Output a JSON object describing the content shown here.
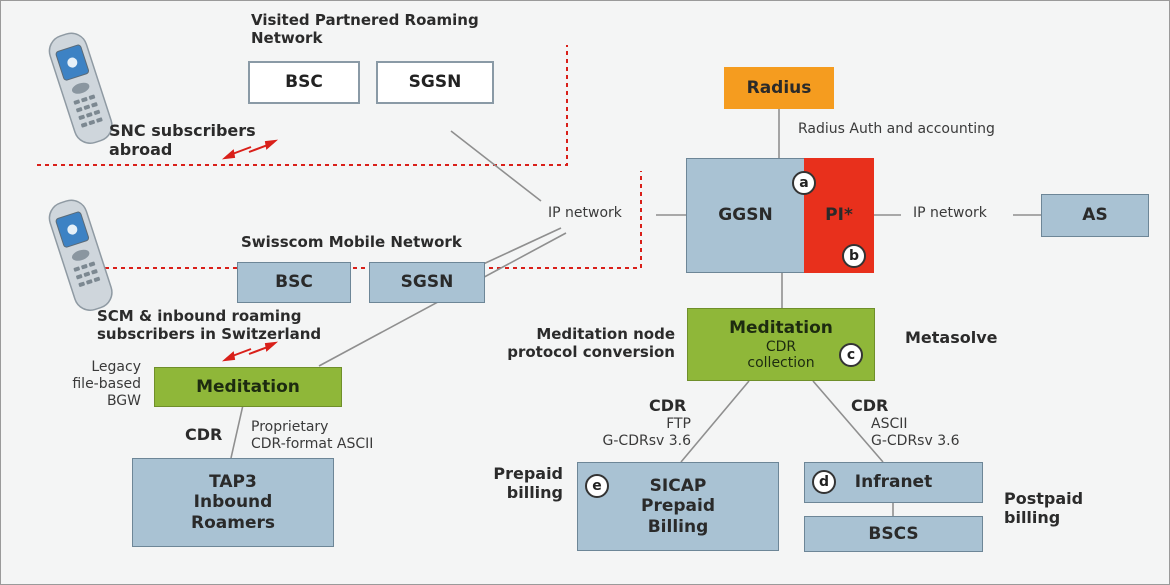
{
  "boxes": {
    "radius": "Radius",
    "ggsn": "GGSN",
    "pi": "PI*",
    "as": "AS",
    "bsc_visited": "BSC",
    "sgsn_visited": "SGSN",
    "bsc_swisscom": "BSC",
    "sgsn_swisscom": "SGSN",
    "meditation_legacy": "Meditation",
    "meditation_main_title": "Meditation",
    "meditation_main_sub": [
      "CDR",
      "collection"
    ],
    "tap3": [
      "TAP3",
      "Inbound",
      "Roamers"
    ],
    "sicap": [
      "SICAP",
      "Prepaid",
      "Billing"
    ],
    "infranet": "Infranet",
    "bscs": "BSCS"
  },
  "labels": {
    "visited_network": [
      "Visited Partnered Roaming",
      "Network"
    ],
    "snc_subscribers": [
      "SNC subscribers",
      "abroad"
    ],
    "swisscom_network": "Swisscom Mobile Network",
    "scm_subscribers": [
      "SCM & inbound roaming",
      "subscribers in Switzerland"
    ],
    "legacy_bgw": [
      "Legacy",
      "file-based",
      "BGW"
    ],
    "cdr_legacy": "CDR",
    "proprietary": [
      "Proprietary",
      "CDR-format ASCII"
    ],
    "ip_network_left": "IP network",
    "ip_network_right": "IP network",
    "radius_auth": "Radius Auth and accounting",
    "meditation_node": [
      "Meditation node",
      "protocol conversion"
    ],
    "metasolve": "Metasolve",
    "cdr_left": "CDR",
    "cdr_right": "CDR",
    "ftp": [
      "FTP",
      "G-CDRsv 3.6"
    ],
    "ascii": [
      "ASCII",
      "G-CDRsv 3.6"
    ],
    "prepaid_billing": [
      "Prepaid",
      "billing"
    ],
    "postpaid_billing": [
      "Postpaid",
      "billing"
    ]
  },
  "badges": {
    "a": "a",
    "b": "b",
    "c": "c",
    "d": "d",
    "e": "e"
  },
  "icons": {
    "phone_top": "mobile-phone-icon",
    "phone_bottom": "mobile-phone-icon",
    "arrows": "bidirectional-arrows-icon"
  },
  "colors": {
    "background": "#f4f5f5",
    "box_blue": "#a9c2d3",
    "radius_orange": "#f59c1f",
    "pi_red": "#e8301c",
    "meditation_green": "#8fb739",
    "network_dashed": "#d9201a",
    "connector": "#8f8f8f"
  }
}
